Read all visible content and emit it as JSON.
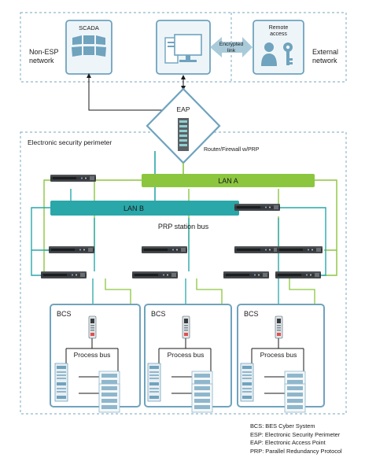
{
  "top": {
    "non_esp_line1": "Non-ESP",
    "non_esp_line2": "network",
    "scada": "SCADA",
    "encrypted_line1": "Encrypted",
    "encrypted_line2": "link",
    "remote_line1": "Remote",
    "remote_line2": "access",
    "external_line1": "External",
    "external_line2": "network"
  },
  "eap": {
    "label": "EAP",
    "router_label": "Router/Firewall w/PRP"
  },
  "esp": {
    "label": "Electronic security perimeter"
  },
  "lan_a": "LAN A",
  "lan_b": "LAN B",
  "prp_bus": "PRP station bus",
  "bays": [
    {
      "bcs": "BCS",
      "process_bus": "Process bus"
    },
    {
      "bcs": "BCS",
      "process_bus": "Process bus"
    },
    {
      "bcs": "BCS",
      "process_bus": "Process bus"
    }
  ],
  "legend": [
    "BCS: BES Cyber System",
    "ESP: Electronic Security Perimeter",
    "EAP: Electronic Access Point",
    "PRP: Parallel Redundancy Protocol"
  ],
  "colors": {
    "frame": "#6fa3be",
    "dash": "#8fb7cc",
    "lan_a": "#8cc63f",
    "lan_b": "#2aa7a9",
    "device": "#3a3d40",
    "bg_light": "#eef5f9"
  }
}
